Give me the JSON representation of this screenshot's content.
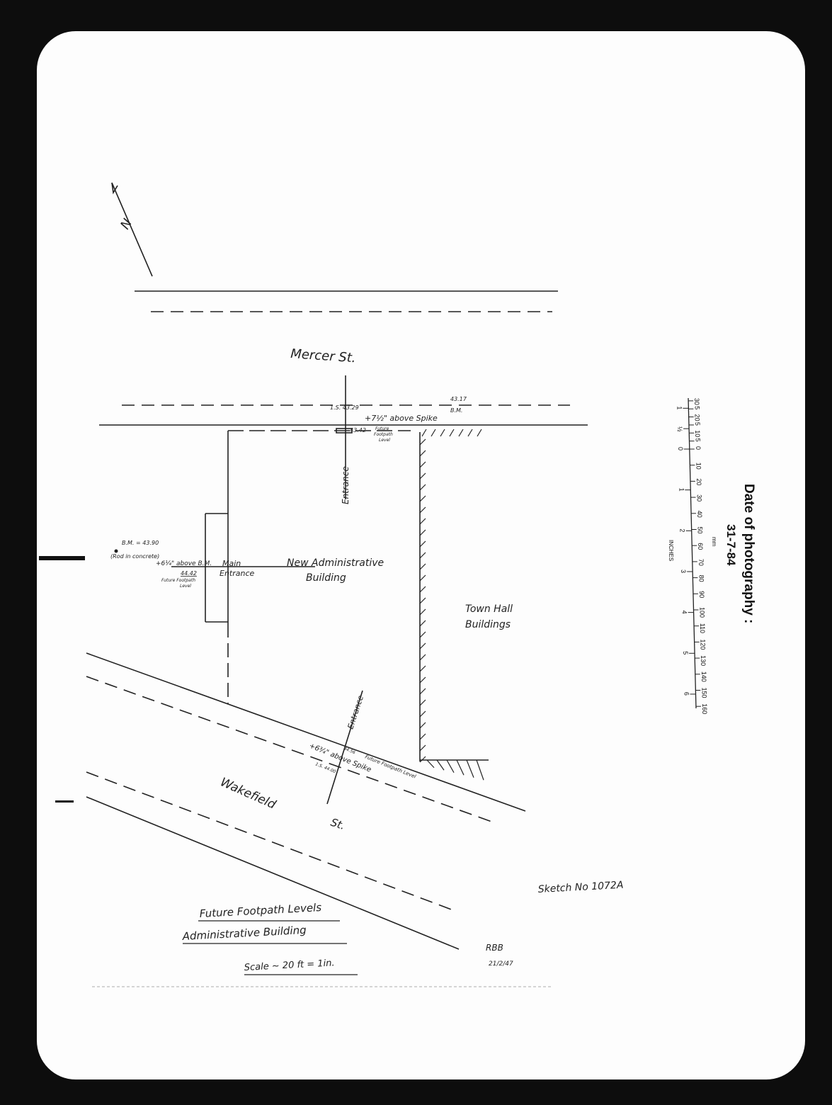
{
  "streets": {
    "north": "Mercer St.",
    "south_1": "Wakefield",
    "south_2": "St."
  },
  "north_arrow": "N",
  "buildings": {
    "new_admin_1": "New Administrative",
    "new_admin_2": "Building",
    "town_hall_1": "Town Hall",
    "town_hall_2": "Buildings"
  },
  "top_entrance": {
    "label": "Entrance",
    "is_level": "1.S. 43.29",
    "bm_value": "43.17",
    "bm_label": "B.M.",
    "above_spike": "+7½\" above Spike",
    "future_level": "43.42",
    "future_label_1": "Future",
    "future_label_2": "Footpath",
    "future_label_3": "Level"
  },
  "main_entrance": {
    "bm": "B.M. = 43.90",
    "bm_note": "(Rod in concrete)",
    "above_bm": "+6¼\" above B.M.",
    "label_1": "Main",
    "label_2": "Entrance",
    "future_level": "44.42",
    "future_label_1": "Future Footpath",
    "future_label_2": "Level"
  },
  "bottom_entrance": {
    "label": "Entrance",
    "above_spike": "+6¾\" above Spike",
    "future_level": "44.56",
    "future_label": "Future Footpath Level",
    "is_level": "1.S. 44.00"
  },
  "title_block": {
    "line1": "Future Footpath Levels",
    "line2": "Administrative Building",
    "line3": "Scale ~ 20 ft = 1in.",
    "sketch_no": "Sketch No 1072A",
    "initials": "RBB",
    "date": "21/2/47"
  },
  "photo_stamp": {
    "title": "Date of photography :",
    "date": "31-7-84"
  },
  "ruler": {
    "mm_label": "mm",
    "inch_label": "INCHES",
    "mm_ticks": [
      "30",
      "5",
      "20",
      "5",
      "10",
      "5",
      "0",
      "10",
      "20",
      "30",
      "40",
      "50",
      "60",
      "70",
      "80",
      "90",
      "100",
      "110",
      "120",
      "130",
      "140",
      "150",
      "160"
    ],
    "inch_ticks": [
      "1",
      "½",
      "0",
      "1",
      "2",
      "3",
      "4",
      "5",
      "6"
    ]
  }
}
